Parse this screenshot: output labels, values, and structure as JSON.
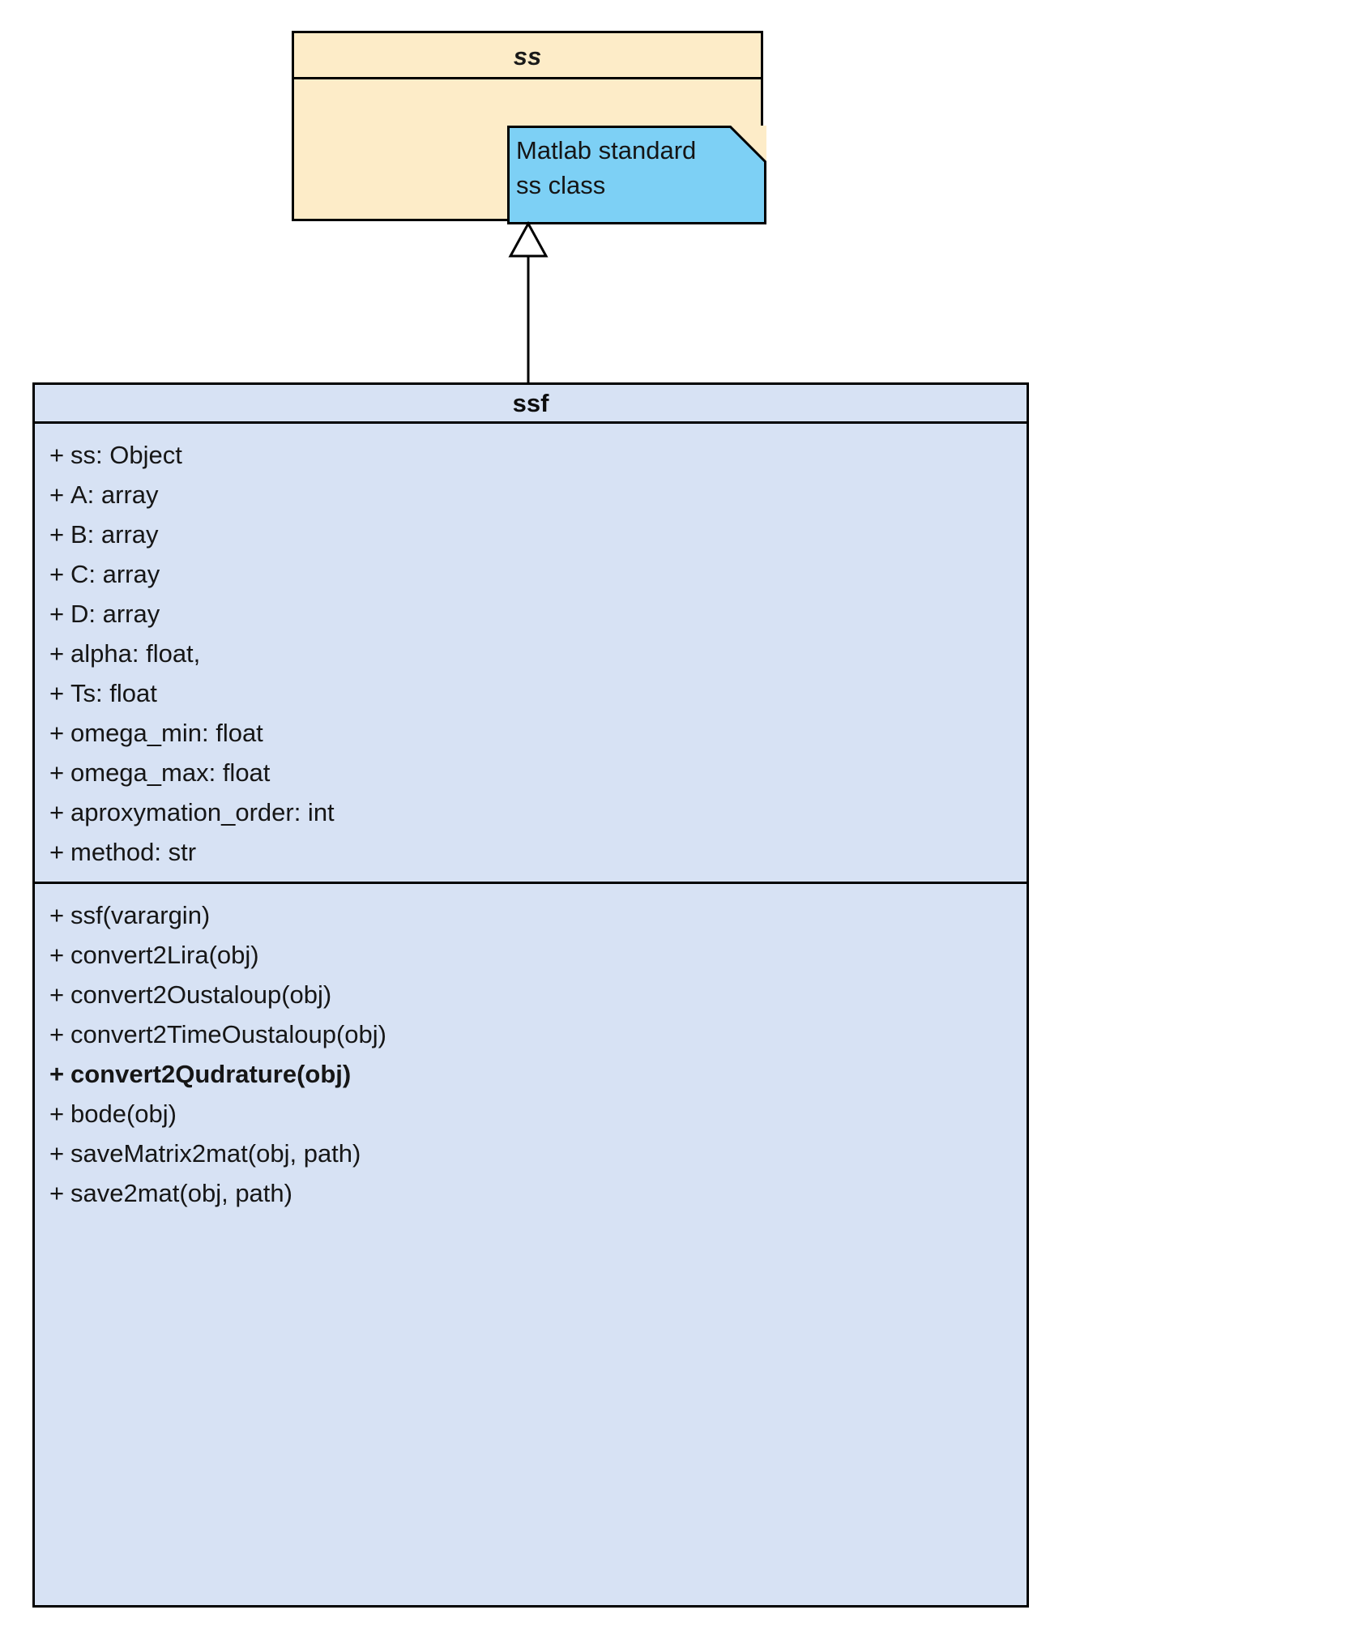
{
  "diagram": {
    "type": "uml-class-diagram",
    "colors": {
      "parent_class_fill": "#fdecc8",
      "child_class_fill": "#d7e2f4",
      "note_fill": "#7dd0f5",
      "border": "#000000"
    }
  },
  "parent_class": {
    "name": "ss",
    "stereotype_style": "abstract-italic"
  },
  "note": {
    "text": "Matlab standard\nss class"
  },
  "relationship": {
    "kind": "generalization",
    "label": ""
  },
  "child_class": {
    "name": "ssf",
    "attributes": [
      {
        "visibility": "+",
        "text": "ss: Object",
        "bold": false
      },
      {
        "visibility": "+",
        "text": "A: array",
        "bold": false
      },
      {
        "visibility": "+",
        "text": "B: array",
        "bold": false
      },
      {
        "visibility": "+",
        "text": "C: array",
        "bold": false
      },
      {
        "visibility": "+",
        "text": "D: array",
        "bold": false
      },
      {
        "visibility": "+",
        "text": "alpha: float,",
        "bold": false
      },
      {
        "visibility": "+",
        "text": "Ts: float",
        "bold": false
      },
      {
        "visibility": "+",
        "text": "omega_min: float",
        "bold": false
      },
      {
        "visibility": "+",
        "text": "omega_max: float",
        "bold": false
      },
      {
        "visibility": "+",
        "text": "aproxymation_order: int",
        "bold": false
      },
      {
        "visibility": "+",
        "text": "method: str",
        "bold": false
      }
    ],
    "operations": [
      {
        "visibility": "+",
        "text": "ssf(varargin)",
        "bold": false
      },
      {
        "visibility": "+",
        "text": "convert2Lira(obj)",
        "bold": false
      },
      {
        "visibility": "+",
        "text": "convert2Oustaloup(obj)",
        "bold": false
      },
      {
        "visibility": "+",
        "text": "convert2TimeOustaloup(obj)",
        "bold": false
      },
      {
        "visibility": "+",
        "text": "convert2Qudrature(obj)",
        "bold": true
      },
      {
        "visibility": "+",
        "text": "bode(obj)",
        "bold": false
      },
      {
        "visibility": "+",
        "text": "saveMatrix2mat(obj, path)",
        "bold": false
      },
      {
        "visibility": "+",
        "text": "save2mat(obj, path)",
        "bold": false
      }
    ]
  }
}
